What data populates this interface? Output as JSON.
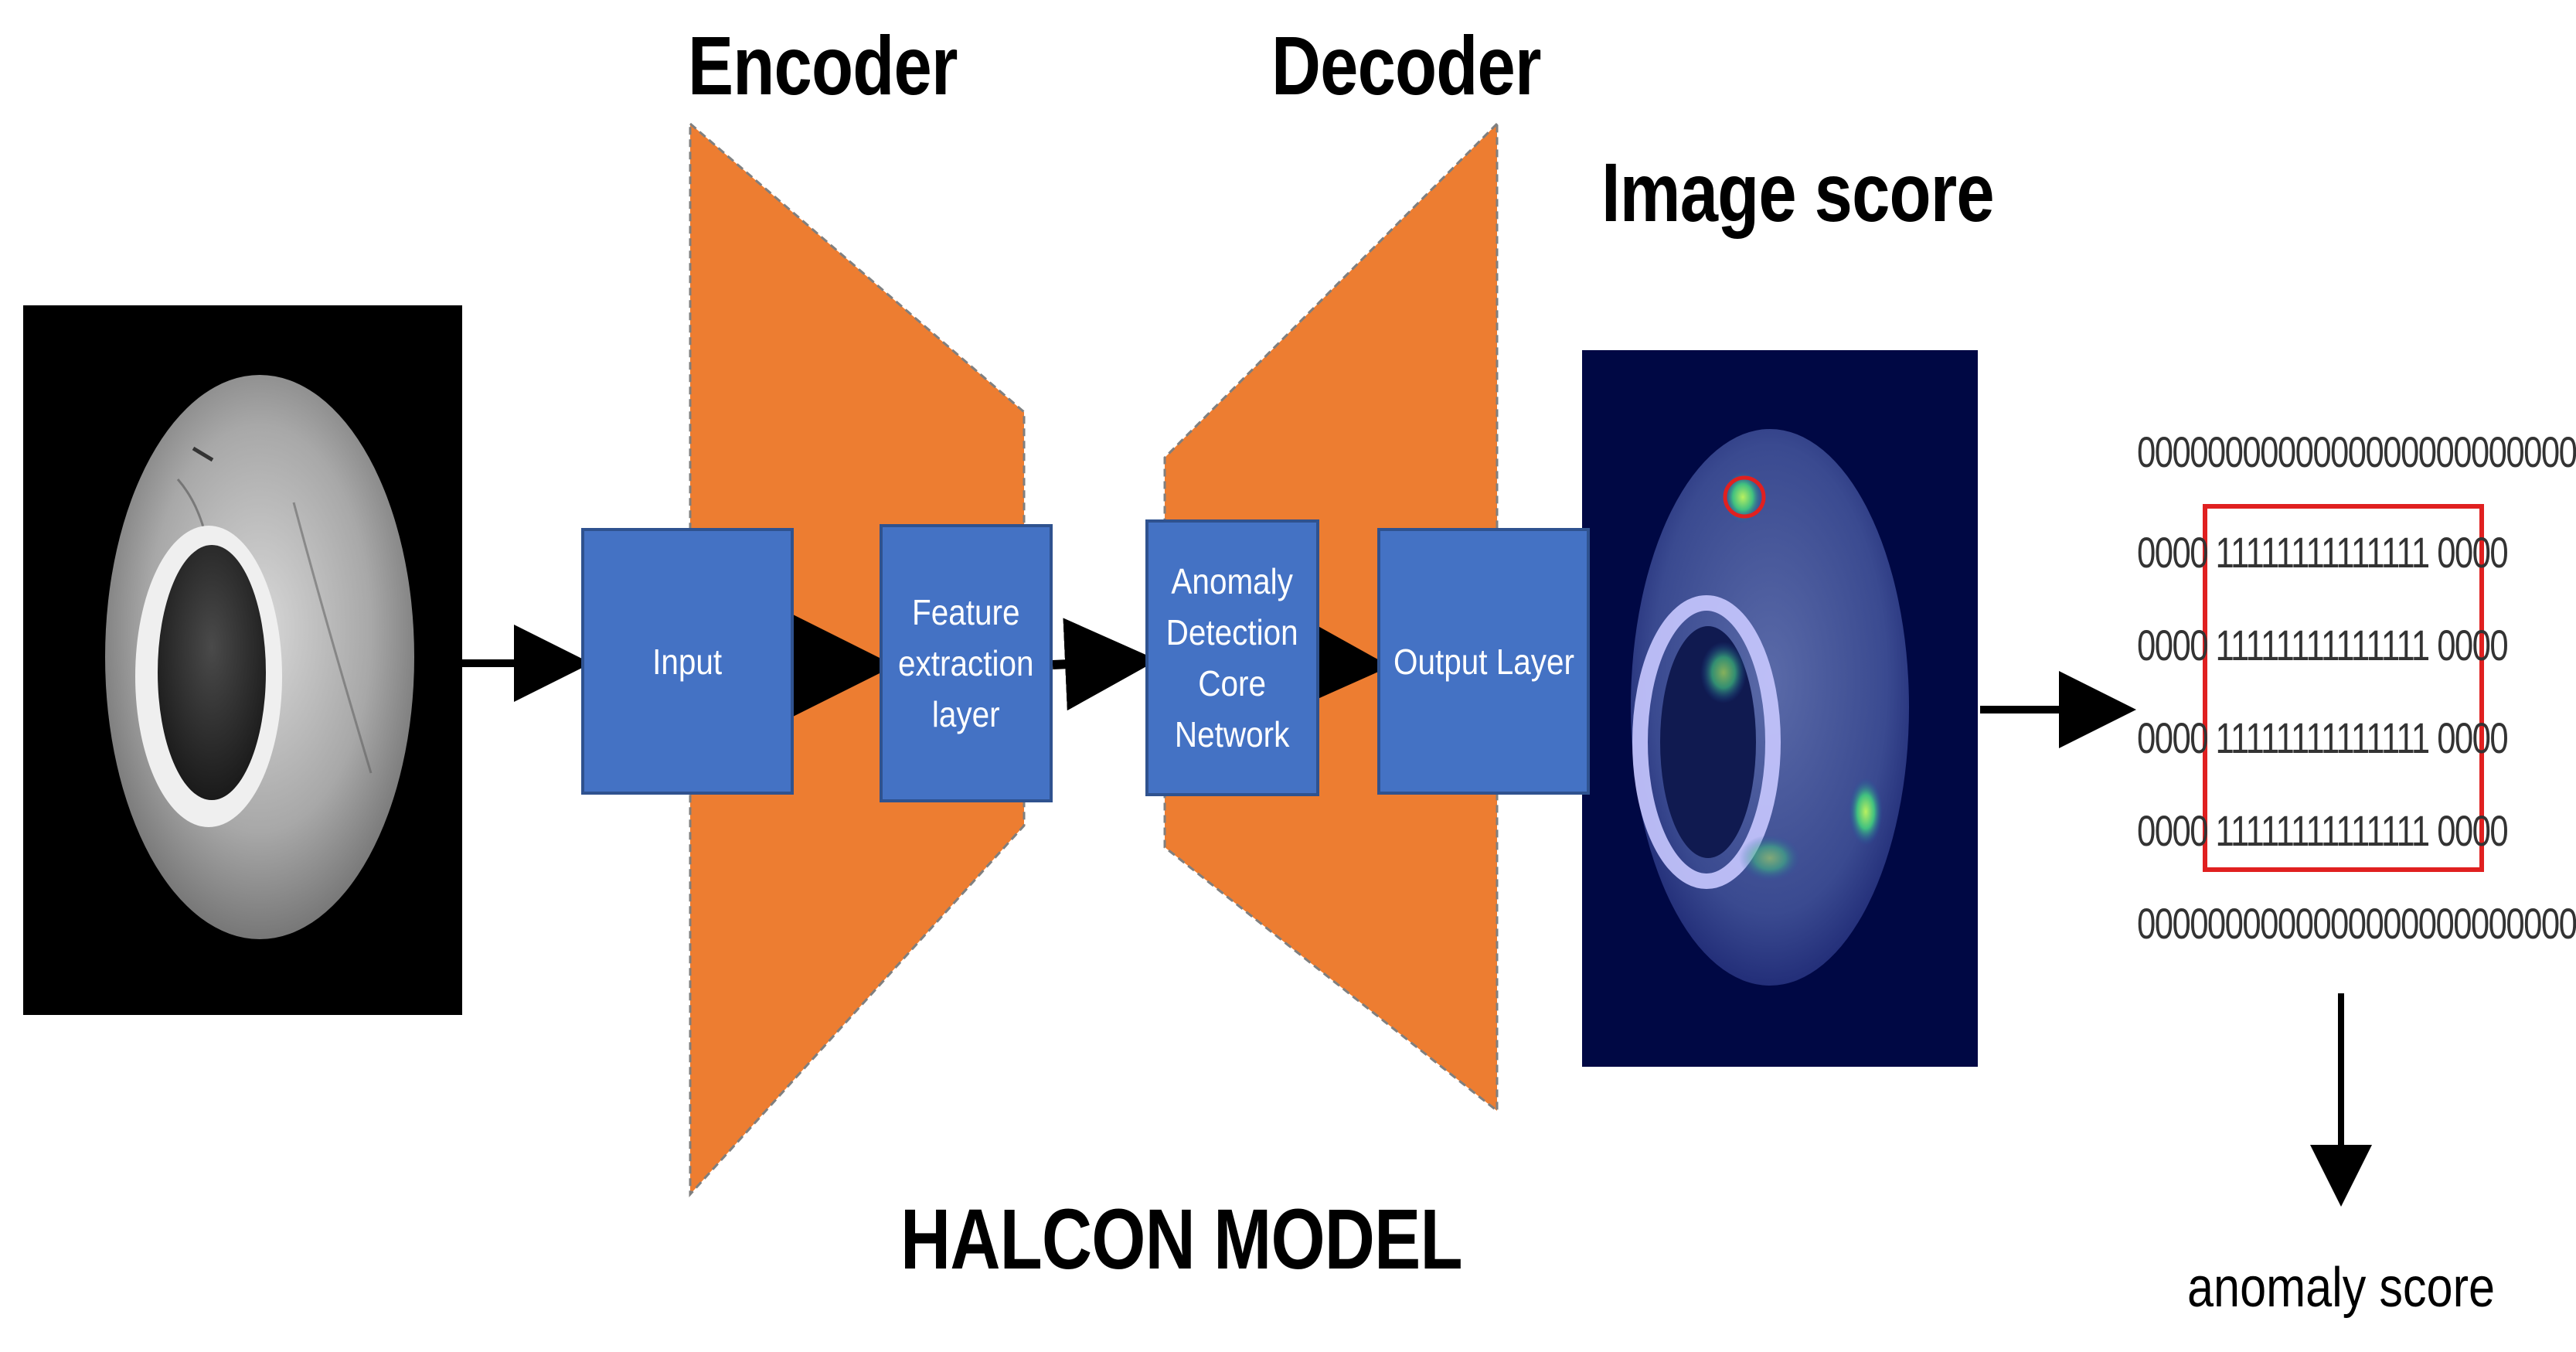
{
  "labels": {
    "encoder": "Encoder",
    "decoder": "Decoder",
    "image_score": "Image score",
    "model": "HALCON MODEL",
    "anomaly_score": "anomaly score"
  },
  "boxes": {
    "input": "Input",
    "feature": [
      "Feature",
      "extraction",
      "layer"
    ],
    "core": [
      "Anomaly",
      "Detection",
      "Core",
      "Network"
    ],
    "output": "Output Layer"
  },
  "binary_rows": [
    "0000000000000000000000000",
    "0000 11111111111111 0000",
    "0000 11111111111111 0000",
    "0000 11111111111111 0000",
    "0000 11111111111111 0000",
    "0000000000000000000000000"
  ],
  "colors": {
    "trapezoid": "#ED7D31",
    "box_fill": "#4472C4",
    "box_border": "#2F528F",
    "highlight": "#E02020",
    "heatmap_bg": "#000844"
  }
}
